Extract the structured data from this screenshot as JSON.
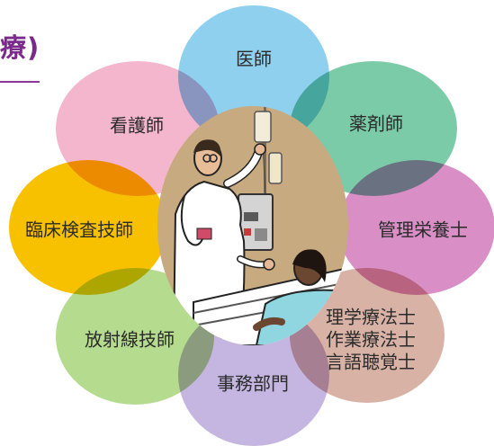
{
  "title": "療)",
  "center": {
    "illustration": "doctor-and-patient-illustration"
  },
  "colors": {
    "title": "#7a2a8a",
    "doctor": "#8fd0ee",
    "pharmacist": "#7ccba8",
    "nutritionist": "#d98fc6",
    "therapists": "#d9b2a6",
    "clerical": "#c4b6e0",
    "radiology": "#b4db8e",
    "lab": "#f7c100",
    "nurse": "#f4b6cd",
    "center": "#c7aa80"
  },
  "petals": [
    {
      "id": "doctor",
      "label": "医師"
    },
    {
      "id": "pharmacist",
      "label": "薬剤師"
    },
    {
      "id": "nutritionist",
      "label": "管理栄養士"
    },
    {
      "id": "therapists",
      "lines": [
        "理学療法士",
        "作業療法士",
        "言語聴覚士"
      ]
    },
    {
      "id": "clerical",
      "label": "事務部門"
    },
    {
      "id": "radiology",
      "label": "放射線技師"
    },
    {
      "id": "lab",
      "label": "臨床検査技師"
    },
    {
      "id": "nurse",
      "label": "看護師"
    }
  ]
}
